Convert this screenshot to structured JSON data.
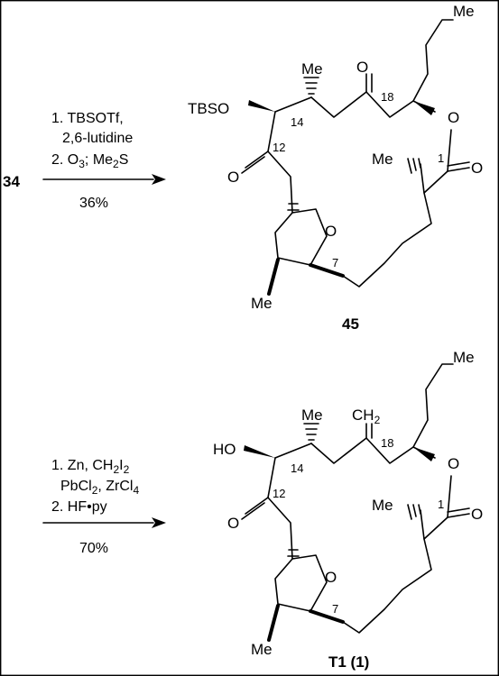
{
  "start_compound": "34",
  "reaction1": {
    "step1": "1. TBSOTf,",
    "step1b": "2,6-lutidine",
    "step2_prefix": "2. O",
    "step2_sub": "3",
    "step2_mid": "; Me",
    "step2_sub2": "2",
    "step2_suffix": "S",
    "yield": "36%"
  },
  "product1": {
    "label": "45",
    "atoms": {
      "me_top": "Me",
      "me_c14": "Me",
      "me_c2": "Me",
      "me_ring": "Me",
      "tbso": "TBSO",
      "o_ketone_top": "O",
      "o_ketone_c12": "O",
      "o_ester_ring": "O",
      "o_ester_carbonyl": "O",
      "o_thf": "O"
    },
    "numbers": {
      "c18": "18",
      "c14": "14",
      "c12": "12",
      "c1": "1",
      "c7": "7"
    }
  },
  "reaction2": {
    "step1_prefix": "1. Zn, CH",
    "step1_sub1": "2",
    "step1_mid": "I",
    "step1_sub2": "2",
    "step1b_prefix": "PbCl",
    "step1b_sub1": "2",
    "step1b_mid": ", ZrCl",
    "step1b_sub2": "4",
    "step2": "2. HF•py",
    "yield": "70%"
  },
  "product2": {
    "label": "T1 (1)",
    "atoms": {
      "me_top": "Me",
      "me_c14": "Me",
      "me_c2": "Me",
      "me_ring": "Me",
      "ho": "HO",
      "ch2_main": "CH",
      "ch2_sub": "2",
      "o_ketone_c12": "O",
      "o_ester_ring": "O",
      "o_ester_carbonyl": "O",
      "o_thf": "O"
    },
    "numbers": {
      "c18": "18",
      "c14": "14",
      "c12": "12",
      "c1": "1",
      "c7": "7"
    }
  }
}
